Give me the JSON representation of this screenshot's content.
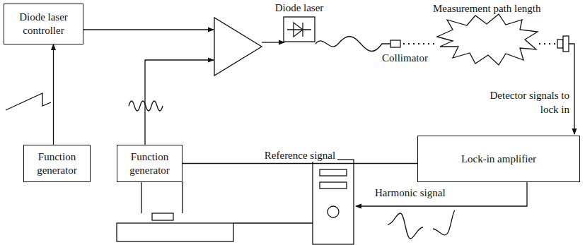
{
  "diagram": {
    "nodes": [
      {
        "text": [
          "Diode laser controller"
        ]
      },
      {
        "text": [
          "Diode laser"
        ]
      },
      {
        "text": [
          "Function generator"
        ]
      },
      {
        "text": [
          "Function generator"
        ]
      },
      {
        "text": [
          "Lock-in amplifier"
        ]
      }
    ],
    "edges": [
      {
        "from": 2,
        "to": 0,
        "arrow": "to"
      },
      {
        "from": 3,
        "to": 4,
        "label": "Reference signal",
        "arrow": "none"
      }
    ],
    "labels": [
      "Measurement path length",
      "Collimator",
      "Detector signals to lock in",
      "Harmonic signal"
    ]
  }
}
